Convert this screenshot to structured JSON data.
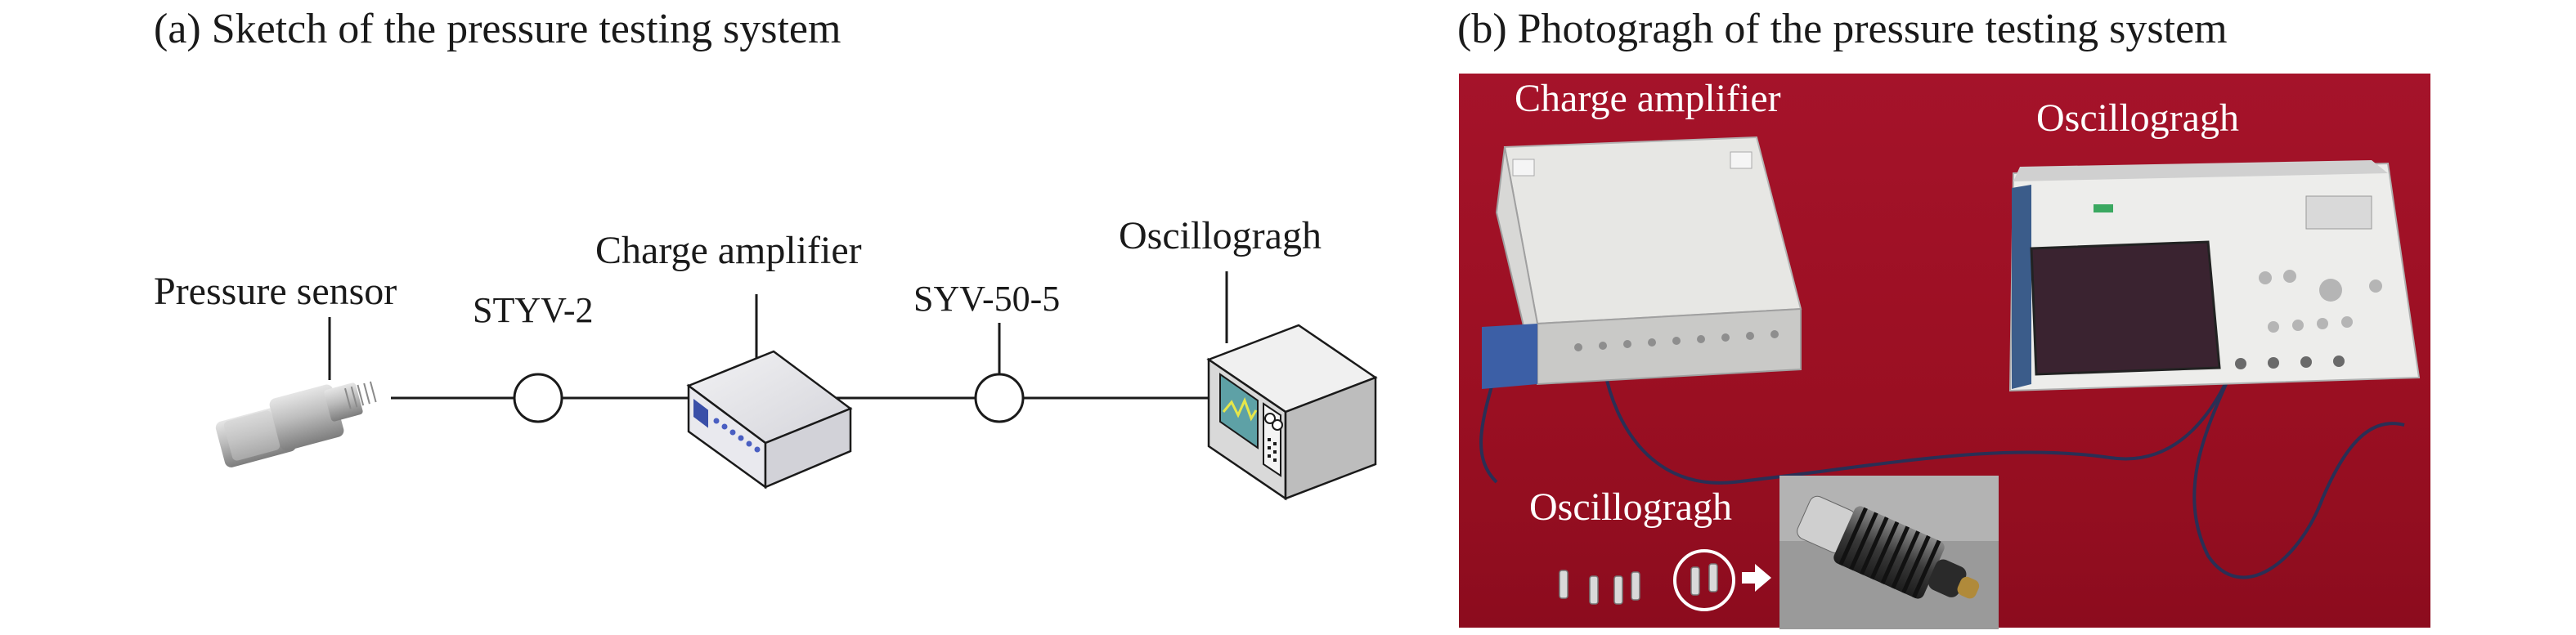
{
  "panel_a": {
    "title": "(a) Sketch of the pressure testing system",
    "labels": {
      "pressure_sensor": "Pressure sensor",
      "cable_1": "STYV-2",
      "charge_amplifier": "Charge amplifier",
      "cable_2": "SYV-50-5",
      "oscillograph": "Oscillogragh"
    }
  },
  "panel_b": {
    "title": "(b) Photogragh of the pressure testing system",
    "labels": {
      "charge_amplifier": "Charge amplifier",
      "oscillograph_top": "Oscillogragh",
      "oscillograph_bottom": "Oscillogragh"
    }
  },
  "colors": {
    "photo_background": "#9e1024",
    "line": "#1a1a1a",
    "label_white": "#ffffff"
  }
}
